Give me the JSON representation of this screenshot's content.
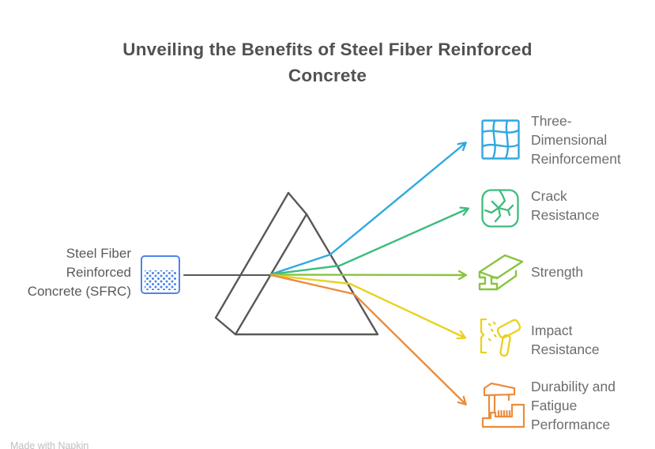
{
  "title": "Unveiling the Benefits of Steel Fiber Reinforced Concrete",
  "source": {
    "label": "Steel Fiber Reinforced Concrete (SFRC)",
    "box_color": "#4C86EA"
  },
  "prism": {
    "line_color": "#57585A"
  },
  "benefits": [
    {
      "label": "Three-Dimensional Reinforcement",
      "icon": "mesh-grid-icon",
      "color": "#2FA8E0"
    },
    {
      "label": "Crack Resistance",
      "icon": "cracked-slab-icon",
      "color": "#3DBC7D"
    },
    {
      "label": "Strength",
      "icon": "steel-i-beam-icon",
      "color": "#8AC43F"
    },
    {
      "label": "Impact Resistance",
      "icon": "hammer-impact-icon",
      "color": "#EBD11F"
    },
    {
      "label": "Durability and Fatigue Performance",
      "icon": "crane-structure-icon",
      "color": "#EC8C3C"
    }
  ],
  "watermark": "Made with Napkin",
  "text_colors": {
    "title": "#4F5153",
    "benefit_labels": "#6B6C6E",
    "source_label": "#58595B"
  }
}
